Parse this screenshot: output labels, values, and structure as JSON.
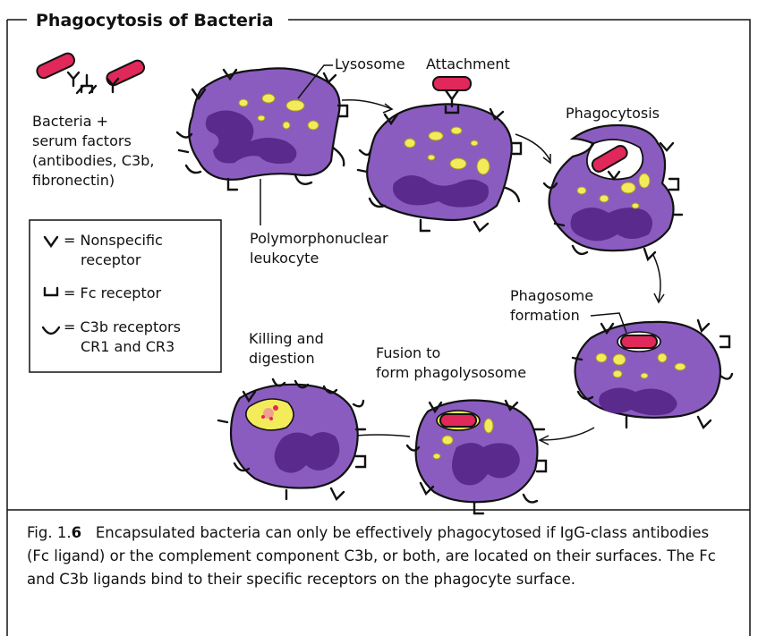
{
  "title": "Phagocytosis of Bacteria",
  "labels": {
    "bacteria_line1": "Bacteria +",
    "bacteria_line2": "serum factors",
    "bacteria_line3": "(antibodies, C3b,",
    "bacteria_line4": "fibronectin)",
    "lysosome": "Lysosome",
    "attachment": "Attachment",
    "phagocytosis": "Phagocytosis",
    "pmn_line1": "Polymorphonuclear",
    "pmn_line2": "leukocyte",
    "phagosome_line1": "Phagosome",
    "phagosome_line2": "formation",
    "fusion_line1": "Fusion to",
    "fusion_line2": "form phagolysosome",
    "killing_line1": "Killing and",
    "killing_line2": "digestion"
  },
  "legend": {
    "nonspecific": "= Nonspecific",
    "nonspecific_2": "receptor",
    "fc": "= Fc receptor",
    "c3b": "= C3b receptors",
    "c3b_2": "CR1 and CR3"
  },
  "caption": {
    "fig_prefix": "Fig. 1.",
    "fig_num": "6",
    "text": "Encapsulated bacteria can only be effectively phagocytosed if IgG-class antibodies (Fc ligand) or the complement component C3b, or both, are located on their surfaces. The Fc and C3b ligands bind to their specific receptors on the phagocyte surface."
  },
  "colors": {
    "cell": "#8a5cc0",
    "nucleus": "#5a2a8c",
    "lysosome": "#f3eb5a",
    "bacterium": "#e0285a"
  }
}
